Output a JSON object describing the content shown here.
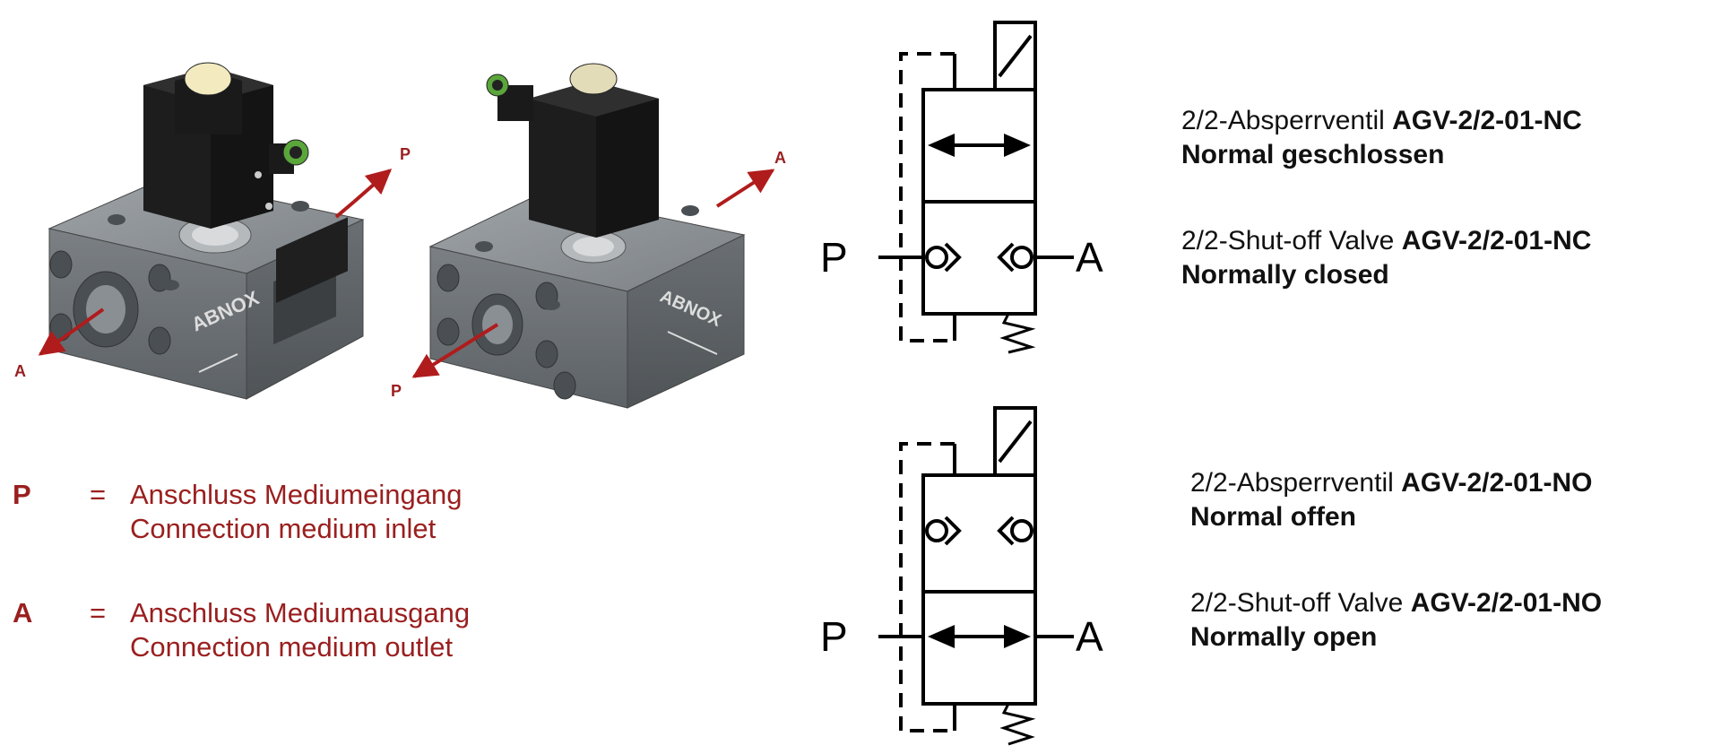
{
  "products": {
    "left_label_p": "P",
    "left_label_a": "A",
    "right_label_p": "P",
    "right_label_a": "A",
    "brand": "ABNOX"
  },
  "legend": [
    {
      "key": "P",
      "eq": "=",
      "de": "Anschluss Mediumeingang",
      "en": "Connection medium inlet"
    },
    {
      "key": "A",
      "eq": "=",
      "de": "Anschluss Mediumausgang",
      "en": "Connection medium outlet"
    }
  ],
  "symbols": {
    "nc": {
      "port_p": "P",
      "port_a": "A"
    },
    "no": {
      "port_p": "P",
      "port_a": "A"
    }
  },
  "descriptions": {
    "nc": {
      "de_prefix": "2/2-Absperrventil ",
      "de_model": "AGV-2/2-01-NC",
      "de_state": "Normal geschlossen",
      "en_prefix": "2/2-Shut-off Valve ",
      "en_model": "AGV-2/2-01-NC",
      "en_state": "Normally closed"
    },
    "no": {
      "de_prefix": "2/2-Absperrventil ",
      "de_model": "AGV-2/2-01-NO",
      "de_state": "Normal offen",
      "en_prefix": "2/2-Shut-off Valve ",
      "en_model": "AGV-2/2-01-NO",
      "en_state": "Normally open"
    }
  },
  "colors": {
    "accent_red": "#9a1f1f",
    "arrow_red": "#b01c1c",
    "block_gray": "#6f7478",
    "coil_black": "#1d1d1d"
  }
}
